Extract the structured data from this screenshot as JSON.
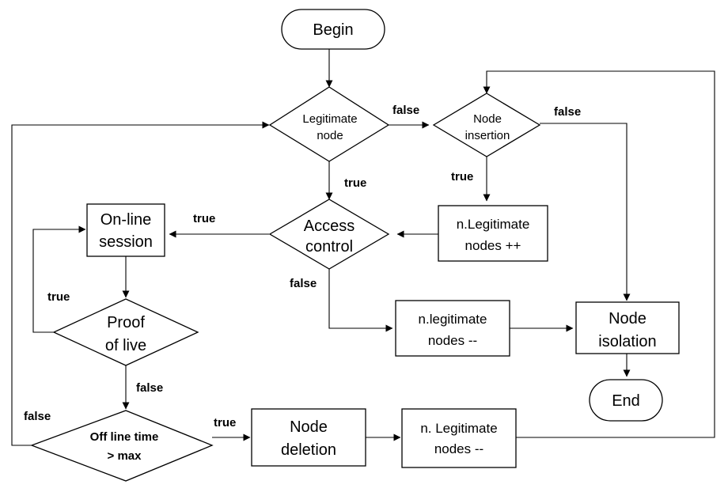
{
  "nodes": {
    "begin": "Begin",
    "legitimate_node": [
      "Legitimate",
      "node"
    ],
    "node_insertion": [
      "Node",
      "insertion"
    ],
    "access_control": [
      "Access",
      "control"
    ],
    "n_legitimate_inc": [
      "n.Legitimate",
      "nodes ++"
    ],
    "online_session": [
      "On-line",
      "session"
    ],
    "proof_of_live": [
      "Proof",
      "of live"
    ],
    "n_legitimate_dec": [
      "n.legitimate",
      "nodes --"
    ],
    "node_isolation": [
      "Node",
      "isolation"
    ],
    "end": "End",
    "offline_time": [
      "Off line time",
      "> max"
    ],
    "node_deletion": [
      "Node",
      "deletion"
    ],
    "n_legitimate_dec2": [
      "n. Legitimate",
      "nodes --"
    ]
  },
  "edge_labels": {
    "legit_false": "false",
    "legit_true": "true",
    "insertion_false": "false",
    "insertion_true": "true",
    "access_true": "true",
    "access_false": "false",
    "proof_true": "true",
    "proof_false": "false",
    "offline_false": "false",
    "offline_true": "true"
  },
  "colors": {
    "stroke": "#000000",
    "fill": "#ffffff",
    "background": "#ffffff"
  }
}
